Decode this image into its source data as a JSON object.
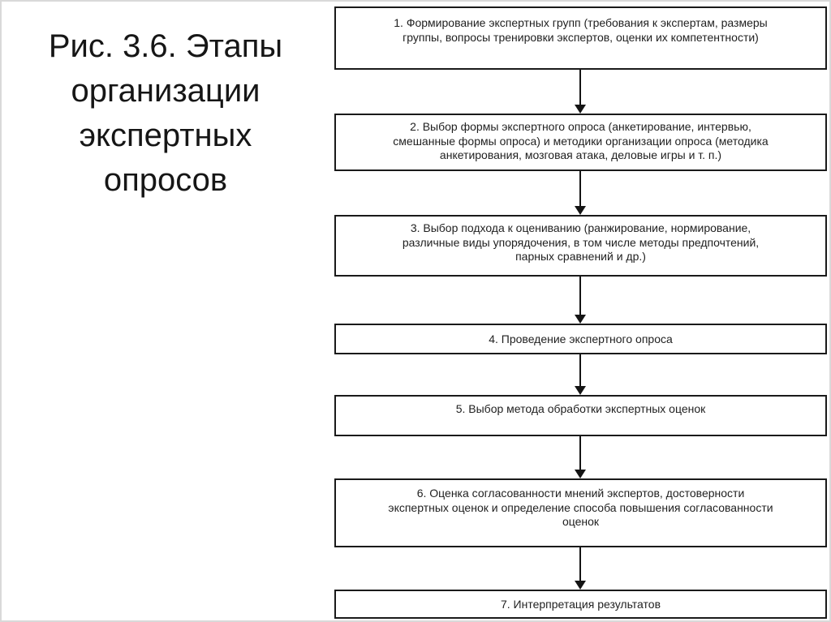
{
  "caption": {
    "lines": [
      "Рис. 3.6. Этапы",
      "организации",
      "экспертных",
      "опросов"
    ],
    "text": "Рис. 3.6. Этапы организации экспертных опросов"
  },
  "flowchart": {
    "steps": [
      {
        "number": 1,
        "lines": [
          "1. Формирование экспертных групп (требования к экспертам, размеры",
          "группы, вопросы тренировки экспертов, оценки их компетентности)"
        ]
      },
      {
        "number": 2,
        "lines": [
          "2. Выбор формы экспертного опроса (анкетирование, интервью,",
          "смешанные формы опроса) и методики организации опроса (методика",
          "анкетирования, мозговая атака, деловые игры и т. п.)"
        ]
      },
      {
        "number": 3,
        "lines": [
          "3. Выбор подхода к оцениванию (ранжирование, нормирование,",
          "различные виды упорядочения, в том числе методы предпочтений,",
          "парных сравнений и др.)"
        ]
      },
      {
        "number": 4,
        "lines": [
          "4. Проведение экспертного опроса"
        ]
      },
      {
        "number": 5,
        "lines": [
          "5. Выбор метода обработки экспертных оценок"
        ]
      },
      {
        "number": 6,
        "lines": [
          "6. Оценка согласованности мнений экспертов, достоверности",
          "экспертных оценок и определение способа повышения согласованности",
          "оценок"
        ]
      },
      {
        "number": 7,
        "lines": [
          "7. Интерпретация результатов"
        ]
      }
    ]
  },
  "colors": {
    "background": "#ffffff",
    "box_border": "#1a1a1a",
    "text": "#1f1f1f",
    "frame": "#d9d9d9"
  }
}
